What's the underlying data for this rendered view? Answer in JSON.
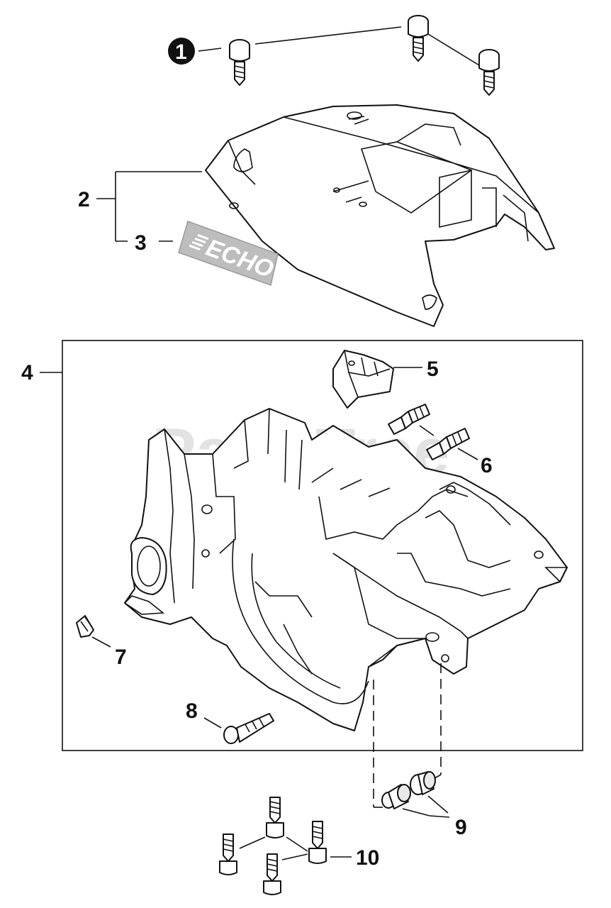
{
  "callouts": {
    "c1": "1",
    "c2": "2",
    "c3": "3",
    "c4": "4",
    "c5": "5",
    "c6": "6",
    "c7": "7",
    "c8": "8",
    "c9": "9",
    "c10": "10"
  },
  "decal_text": "ECHO",
  "watermark_text": "PartsTree",
  "colors": {
    "line": "#111111",
    "decal": "#bdbdbd",
    "watermark": "#d9d9d9"
  }
}
